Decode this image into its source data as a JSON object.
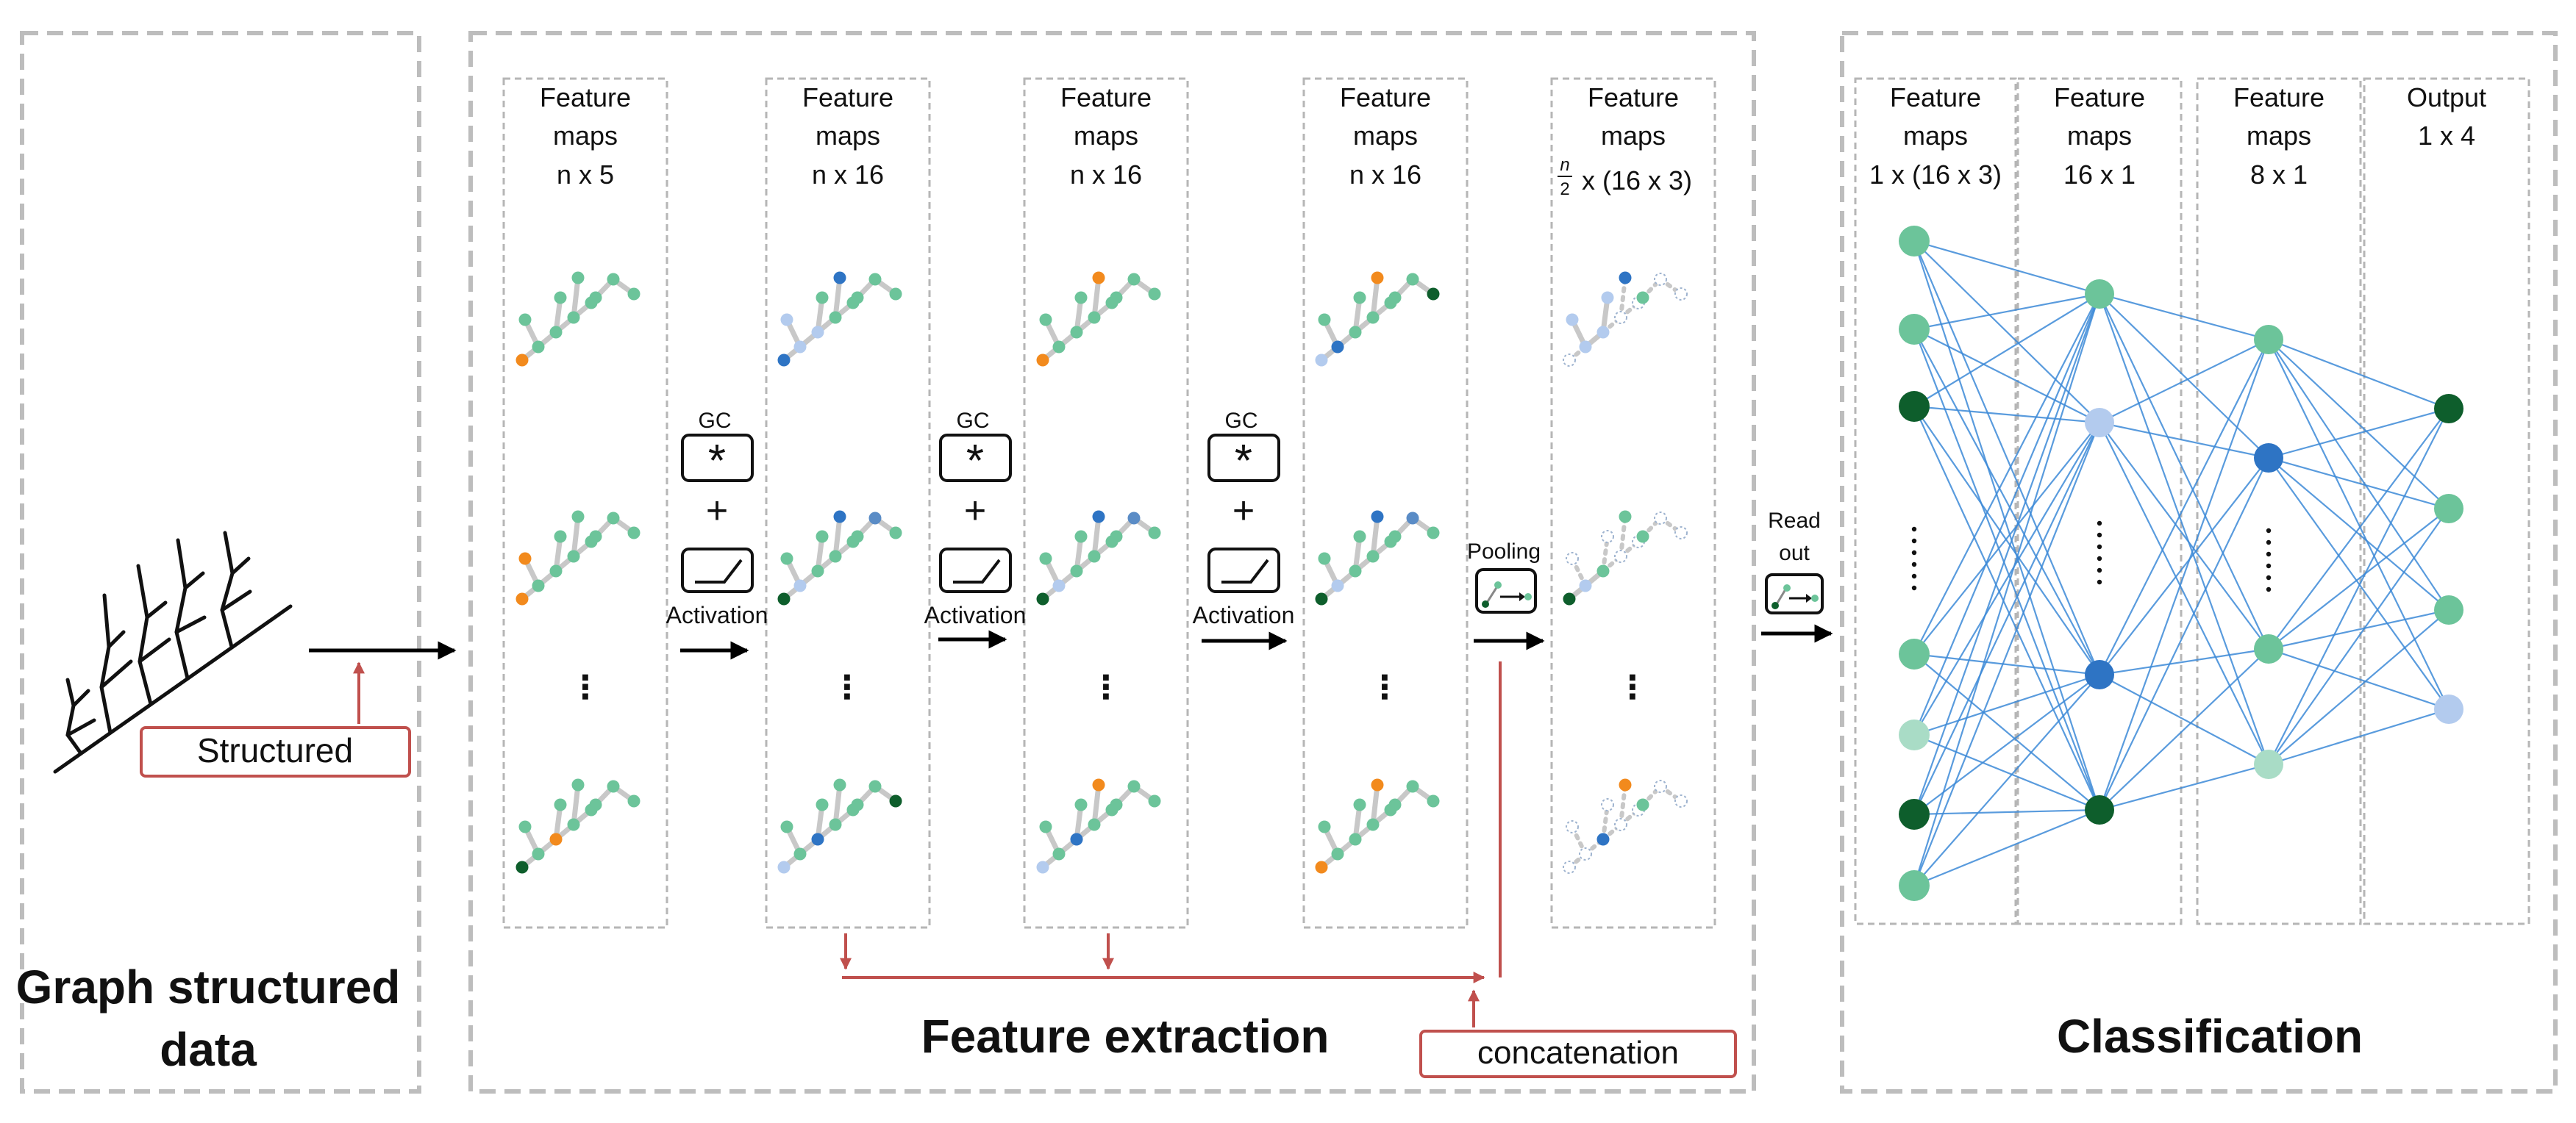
{
  "sections": {
    "input_title_line1": "Graph structured",
    "input_title_line2": "data",
    "feature_title": "Feature extraction",
    "classification_title": "Classification"
  },
  "labels": {
    "structured": "Structured",
    "concatenation": "concatenation",
    "gc": "GC",
    "activation": "Activation",
    "pooling": "Pooling",
    "readout_line1": "Read",
    "readout_line2": "out",
    "plus": "+",
    "conv_symbol": "*",
    "vdots": "⋮"
  },
  "feature_columns": [
    {
      "line1": "Feature",
      "line2": "maps",
      "line3": "n x 5"
    },
    {
      "line1": "Feature",
      "line2": "maps",
      "line3": "n x 16"
    },
    {
      "line1": "Feature",
      "line2": "maps",
      "line3": "n x 16"
    },
    {
      "line1": "Feature",
      "line2": "maps",
      "line3": "n x 16"
    },
    {
      "line1": "Feature",
      "line2": "maps",
      "frac_num": "n",
      "frac_den": "2",
      "line3": "x (16 x 3)"
    }
  ],
  "classifier_columns": [
    {
      "line1": "Feature",
      "line2": "maps",
      "line3": "1 x (16 x 3)"
    },
    {
      "line1": "Feature",
      "line2": "maps",
      "line3": "16 x 1"
    },
    {
      "line1": "Feature",
      "line2": "maps",
      "line3": "8 x 1"
    },
    {
      "line1": "Output",
      "line2": "1 x 4"
    }
  ],
  "colors": {
    "green": "#6cc49a",
    "dark_green": "#0e5e2c",
    "orange": "#f28a1d",
    "light_blue": "#b3cbee",
    "blue": "#2e74c4",
    "mid_blue": "#5a8cc6",
    "pale_green": "#a9dcc6",
    "accent_red": "#c0504d",
    "edge_blue": "#3d8ad8"
  }
}
